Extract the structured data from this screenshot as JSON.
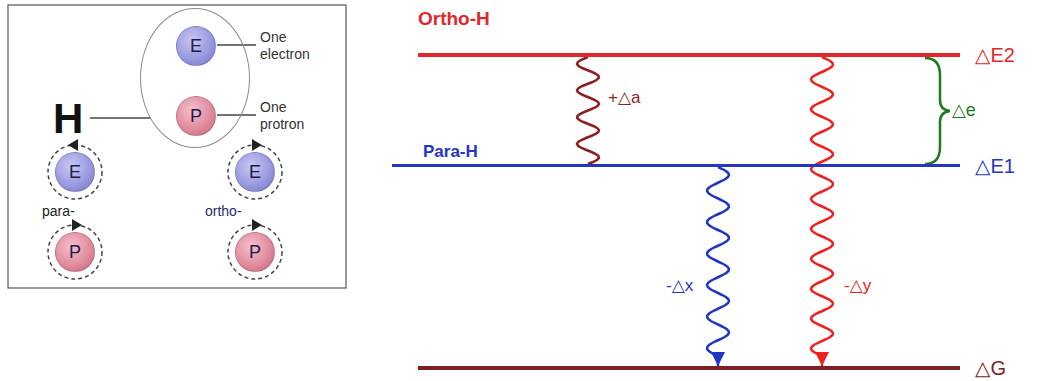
{
  "diagram": {
    "nodes": [
      {
        "text": [
          "H"
        ]
      },
      {
        "text": [
          "E"
        ],
        "in": 0
      },
      {
        "text": [
          "P"
        ],
        "in": 0
      },
      {
        "text": [
          "E"
        ]
      },
      {
        "text": [
          "E"
        ]
      },
      {
        "text": [
          "P"
        ]
      },
      {
        "text": [
          "P"
        ]
      },
      {
        "text": [
          "Ortho-H",
          "△E2"
        ]
      },
      {
        "text": [
          "Para-H",
          "△E1"
        ]
      },
      {
        "text": [
          "△G"
        ]
      }
    ],
    "edges": [
      {
        "from": 8,
        "to": 7,
        "label": "+△a",
        "arrow": "none"
      },
      {
        "from": 8,
        "to": 9,
        "label": "-△x",
        "arrow": "to"
      },
      {
        "from": 7,
        "to": 9,
        "label": "-△y",
        "arrow": "to"
      }
    ],
    "labels": [
      "One electron",
      "One protron",
      "para-",
      "ortho-",
      "△e"
    ]
  }
}
